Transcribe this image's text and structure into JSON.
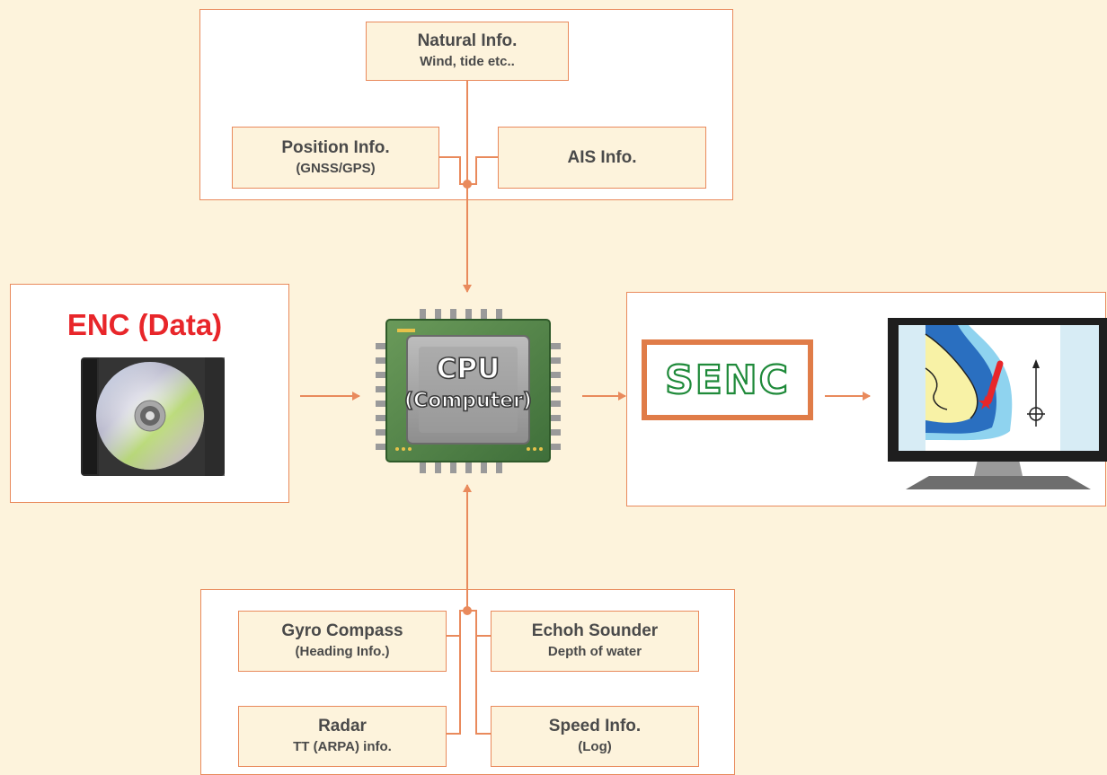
{
  "top_group": {
    "natural": {
      "title": "Natural Info.",
      "subtitle": "Wind, tide etc.."
    },
    "position": {
      "title": "Position Info.",
      "subtitle": "(GNSS/GPS)"
    },
    "ais": {
      "title": "AIS Info."
    }
  },
  "bottom_group": {
    "gyro": {
      "title": "Gyro Compass",
      "subtitle": "(Heading Info.)"
    },
    "echo": {
      "title": "Echoh Sounder",
      "subtitle": "Depth of water"
    },
    "radar": {
      "title": "Radar",
      "subtitle": "TT (ARPA) info."
    },
    "speed": {
      "title": "Speed Info.",
      "subtitle": "(Log)"
    }
  },
  "enc": {
    "title": "ENC (Data)"
  },
  "cpu": {
    "line1": "CPU",
    "line2": "(Computer)"
  },
  "senc": {
    "label": "SENC"
  },
  "colors": {
    "accent": "#e98a5c",
    "background": "#fdf3dc",
    "enc_red": "#e8262a",
    "senc_green": "#1f8a3a"
  },
  "icons": [
    "cd-case-icon",
    "cpu-chip-icon",
    "chart-monitor-icon"
  ]
}
